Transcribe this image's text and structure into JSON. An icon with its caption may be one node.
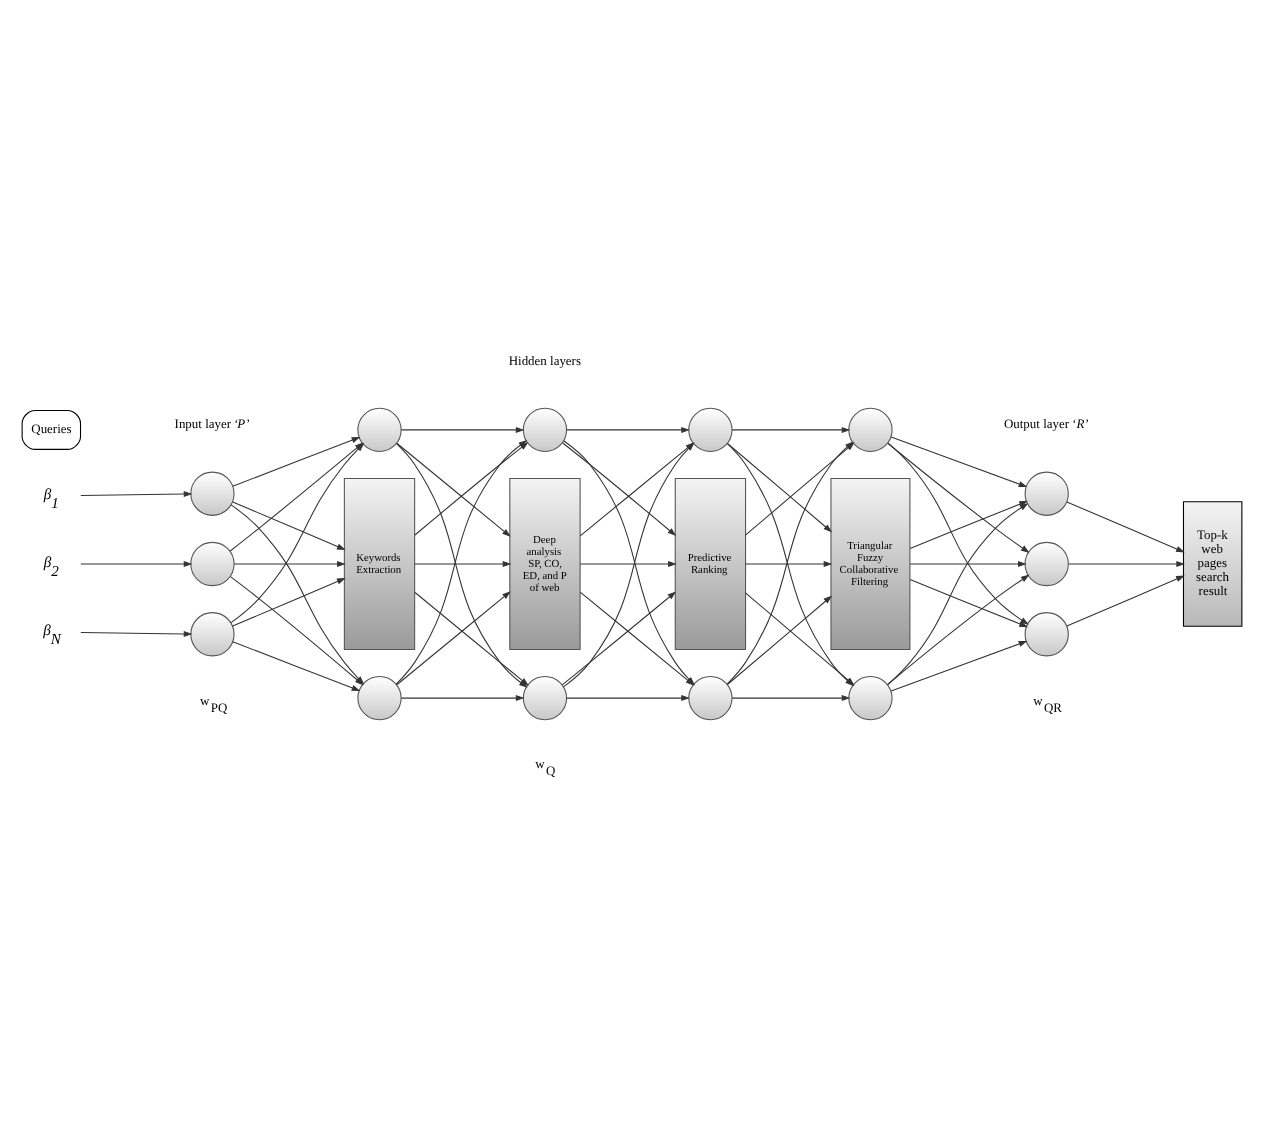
{
  "diagram": {
    "nodes": [
      {
        "text": [
          "Queries"
        ]
      },
      {
        "text": [
          "β$_{1}$"
        ]
      },
      {
        "text": [
          "β$_{2}$"
        ]
      },
      {
        "text": [
          "β$_{N}$"
        ]
      },
      {
        "text": [],
        "shape": "circle"
      },
      {
        "text": [],
        "shape": "circle"
      },
      {
        "text": [],
        "shape": "circle"
      },
      {
        "text": [],
        "shape": "circle"
      },
      {
        "text": [
          "Keywords Extraction"
        ]
      },
      {
        "text": [],
        "shape": "circle"
      },
      {
        "text": [],
        "shape": "circle"
      },
      {
        "text": [
          "Deep analysis SP, CO, ED, and P of web"
        ]
      },
      {
        "text": [],
        "shape": "circle"
      },
      {
        "text": [],
        "shape": "circle"
      },
      {
        "text": [
          "Predictive Ranking"
        ]
      },
      {
        "text": [],
        "shape": "circle"
      },
      {
        "text": [],
        "shape": "circle"
      },
      {
        "text": [
          "Triangular Fuzzy Collaborative Filtering"
        ]
      },
      {
        "text": [],
        "shape": "circle"
      },
      {
        "text": [],
        "shape": "circle"
      },
      {
        "text": [],
        "shape": "circle"
      },
      {
        "text": [],
        "shape": "circle"
      },
      {
        "text": [
          "Top-k web pages search result"
        ]
      }
    ],
    "edges": [
      {
        "from": 1,
        "to": 4,
        "arrow": "to"
      },
      {
        "from": 2,
        "to": 5,
        "arrow": "to"
      },
      {
        "from": 3,
        "to": 6,
        "arrow": "to"
      },
      {
        "from": 4,
        "to": 7,
        "arrow": "to"
      },
      {
        "from": 4,
        "to": 8,
        "arrow": "to"
      },
      {
        "from": 4,
        "to": 9,
        "arrow": "to"
      },
      {
        "from": 5,
        "to": 7,
        "arrow": "to"
      },
      {
        "from": 5,
        "to": 8,
        "arrow": "to"
      },
      {
        "from": 5,
        "to": 9,
        "arrow": "to"
      },
      {
        "from": 6,
        "to": 7,
        "arrow": "to"
      },
      {
        "from": 6,
        "to": 8,
        "arrow": "to"
      },
      {
        "from": 6,
        "to": 9,
        "arrow": "to"
      },
      {
        "from": 7,
        "to": 10,
        "arrow": "to"
      },
      {
        "from": 7,
        "to": 11,
        "arrow": "to"
      },
      {
        "from": 7,
        "to": 12,
        "arrow": "to"
      },
      {
        "from": 8,
        "to": 10,
        "arrow": "to"
      },
      {
        "from": 8,
        "to": 11,
        "arrow": "to"
      },
      {
        "from": 8,
        "to": 12,
        "arrow": "to"
      },
      {
        "from": 9,
        "to": 10,
        "arrow": "to"
      },
      {
        "from": 9,
        "to": 11,
        "arrow": "to"
      },
      {
        "from": 9,
        "to": 12,
        "arrow": "to"
      },
      {
        "from": 10,
        "to": 13,
        "arrow": "to"
      },
      {
        "from": 10,
        "to": 14,
        "arrow": "to"
      },
      {
        "from": 10,
        "to": 15,
        "arrow": "to"
      },
      {
        "from": 11,
        "to": 13,
        "arrow": "to"
      },
      {
        "from": 11,
        "to": 14,
        "arrow": "to"
      },
      {
        "from": 11,
        "to": 15,
        "arrow": "to"
      },
      {
        "from": 12,
        "to": 13,
        "arrow": "to"
      },
      {
        "from": 12,
        "to": 14,
        "arrow": "to"
      },
      {
        "from": 12,
        "to": 15,
        "arrow": "to"
      },
      {
        "from": 13,
        "to": 16,
        "arrow": "to"
      },
      {
        "from": 13,
        "to": 17,
        "arrow": "to"
      },
      {
        "from": 13,
        "to": 18,
        "arrow": "to"
      },
      {
        "from": 14,
        "to": 16,
        "arrow": "to"
      },
      {
        "from": 14,
        "to": 17,
        "arrow": "to"
      },
      {
        "from": 14,
        "to": 18,
        "arrow": "to"
      },
      {
        "from": 15,
        "to": 16,
        "arrow": "to"
      },
      {
        "from": 15,
        "to": 17,
        "arrow": "to"
      },
      {
        "from": 15,
        "to": 18,
        "arrow": "to"
      },
      {
        "from": 16,
        "to": 19,
        "arrow": "to"
      },
      {
        "from": 16,
        "to": 20,
        "arrow": "to"
      },
      {
        "from": 16,
        "to": 21,
        "arrow": "to"
      },
      {
        "from": 17,
        "to": 19,
        "arrow": "to"
      },
      {
        "from": 17,
        "to": 20,
        "arrow": "to"
      },
      {
        "from": 17,
        "to": 21,
        "arrow": "to"
      },
      {
        "from": 18,
        "to": 19,
        "arrow": "to"
      },
      {
        "from": 18,
        "to": 20,
        "arrow": "to"
      },
      {
        "from": 18,
        "to": 21,
        "arrow": "to"
      },
      {
        "from": 19,
        "to": 22,
        "arrow": "to"
      },
      {
        "from": 20,
        "to": 22,
        "arrow": "to"
      },
      {
        "from": 21,
        "to": 22,
        "arrow": "to"
      }
    ],
    "labels": [
      "Input layer ‘*P*’",
      "Hidden layers",
      "Output layer ‘*R*’",
      "w$_{PQ}$",
      "w$_{Q}$",
      "w$_{QR}$"
    ]
  }
}
